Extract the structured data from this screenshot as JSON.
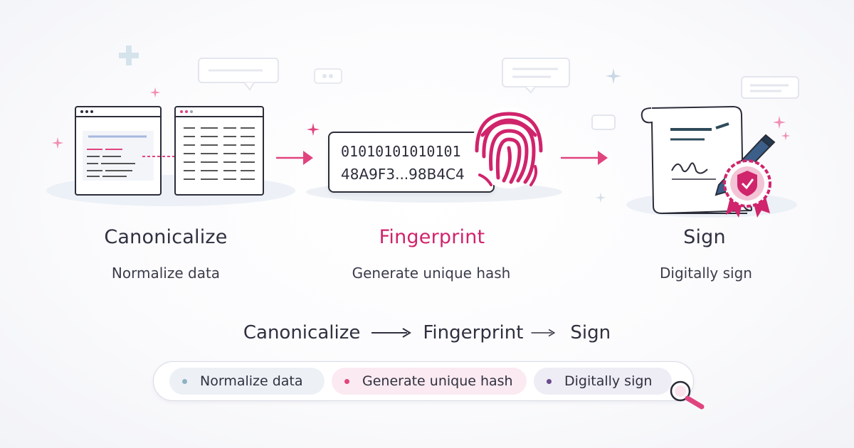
{
  "stages": [
    {
      "title": "Canonicalize",
      "subtitle": "Normalize data"
    },
    {
      "title": "Fingerprint",
      "subtitle": "Generate unique hash"
    },
    {
      "title": "Sign",
      "subtitle": "Digitally sign"
    }
  ],
  "hash_card": {
    "line1": "01010101010101",
    "line2": "48A9F3...98B4C4"
  },
  "flow": {
    "step1": "Canonicalize",
    "step2": "Fingerprint",
    "step3": "Sign"
  },
  "search": {
    "chips": [
      {
        "label": "Normalize data",
        "color": "#8fb2c3"
      },
      {
        "label": "Generate unique hash",
        "color": "#e0447f"
      },
      {
        "label": "Digitally sign",
        "color": "#6b4a8f"
      }
    ]
  },
  "colors": {
    "accent": "#d0246c",
    "text": "#2f3140",
    "muted": "#9aa3b5",
    "line": "#2b2d3a"
  },
  "icons": [
    "browser-window-icon",
    "fingerprint-icon",
    "certificate-icon",
    "pen-icon",
    "seal-check-icon",
    "magnifier-icon",
    "sparkle-icon",
    "chat-bubble-icon",
    "plus-icon"
  ]
}
